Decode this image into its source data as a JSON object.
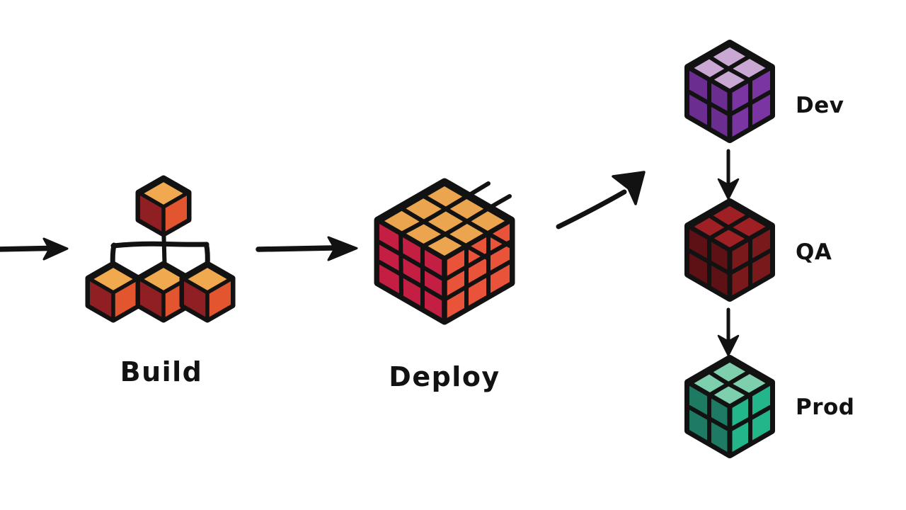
{
  "diagram": {
    "title": "CI/CD Build Deploy Pipeline Diagram",
    "background_color": "#ffffff",
    "ink_color": "#121212"
  },
  "stages": [
    {
      "id": "build",
      "label": "Build",
      "icon": "cube-tree-icon",
      "description": "One parent cube branching to three child cubes",
      "cube_count": 4,
      "colors": {
        "top": "#f0a94e",
        "left": "#8f1f22",
        "right": "#e2552f",
        "outline": "#121212"
      }
    },
    {
      "id": "deploy",
      "label": "Deploy",
      "icon": "rubiks-cube-icon",
      "description": "Three by three by three assembled cube",
      "grid": 3,
      "colors": {
        "top": "#eba54e",
        "left": "#c41e43",
        "right": "#e8533a",
        "outline": "#121212"
      }
    }
  ],
  "environments": [
    {
      "id": "dev",
      "label": "Dev",
      "icon": "cube-icon",
      "grid": 2,
      "colors": {
        "top": "#c9a8d4",
        "left": "#6b2d8f",
        "right": "#7b35a3",
        "outline": "#121212"
      }
    },
    {
      "id": "qa",
      "label": "QA",
      "icon": "cube-icon",
      "grid": 2,
      "colors": {
        "top": "#9e2024",
        "left": "#5e1114",
        "right": "#7a191c",
        "outline": "#121212"
      }
    },
    {
      "id": "prod",
      "label": "Prod",
      "icon": "cube-icon",
      "grid": 2,
      "colors": {
        "top": "#7ecfae",
        "left": "#1e7a63",
        "right": "#22b68a",
        "outline": "#121212"
      }
    }
  ],
  "arrows": [
    {
      "id": "inbound",
      "direction": "right",
      "from": "offscreen-left",
      "to": "build"
    },
    {
      "id": "build-to-deploy",
      "direction": "right",
      "from": "build",
      "to": "deploy"
    },
    {
      "id": "deploy-to-environments",
      "direction": "up-right",
      "from": "deploy",
      "to": "dev"
    },
    {
      "id": "dev-to-qa",
      "direction": "down",
      "from": "dev",
      "to": "qa"
    },
    {
      "id": "qa-to-prod",
      "direction": "down",
      "from": "qa",
      "to": "prod"
    }
  ]
}
